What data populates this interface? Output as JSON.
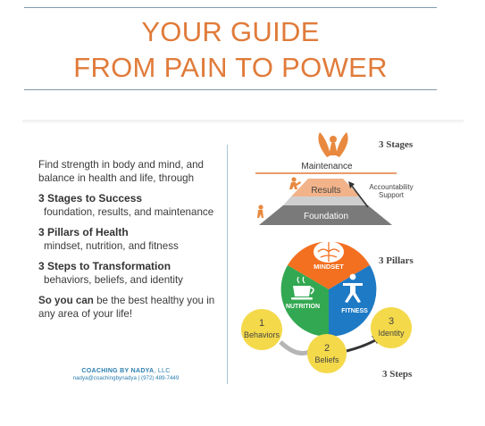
{
  "title": {
    "line1": "YOUR GUIDE",
    "line2": "FROM PAIN TO POWER"
  },
  "left": {
    "intro": "Find strength in body and mind, and balance in health and life, through",
    "sections": [
      {
        "heading": "3 Stages to Success",
        "detail": "foundation, results, and maintenance"
      },
      {
        "heading": "3 Pillars of Health",
        "detail": "mindset, nutrition, and fitness"
      },
      {
        "heading": "3 Steps to Transformation",
        "detail": "behaviors, beliefs, and identity"
      }
    ],
    "closing_bold": "So you can",
    "closing_rest": " be the best healthy you in any area of your life!"
  },
  "footer": {
    "brand": "COACHING BY NADYA",
    "suffix": ", LLC",
    "contact": "nadya@coachingbynadya | (972) 489-7449"
  },
  "diagram": {
    "stages": {
      "label": "3 Stages",
      "maintenance": "Maintenance",
      "results": "Results",
      "foundation": "Foundation",
      "accountability_line1": "Accountability",
      "accountability_line2": "Support"
    },
    "pillars": {
      "label": "3 Pillars",
      "mindset": "MINDSET",
      "nutrition": "NUTRITION",
      "fitness": "FITNESS"
    },
    "steps": {
      "label": "3 Steps",
      "items": [
        {
          "num": "1",
          "text": "Behaviors"
        },
        {
          "num": "2",
          "text": "Beliefs"
        },
        {
          "num": "3",
          "text": "Identity"
        }
      ]
    },
    "icons": [
      "fairy-icon",
      "climber-icon",
      "walker-icon",
      "brain-icon",
      "coffee-cup-icon",
      "yoga-figure-icon"
    ]
  },
  "colors": {
    "title": "#e07b3a",
    "mindset": "#f37021",
    "nutrition": "#33a852",
    "fitness": "#1e7ac4",
    "pyramid_top": "#f2b38a",
    "pyramid_mid": "#cfcfcf",
    "pyramid_base": "#7a7a7a",
    "steps": "#f4d94a",
    "footer": "#2c7fb0"
  }
}
